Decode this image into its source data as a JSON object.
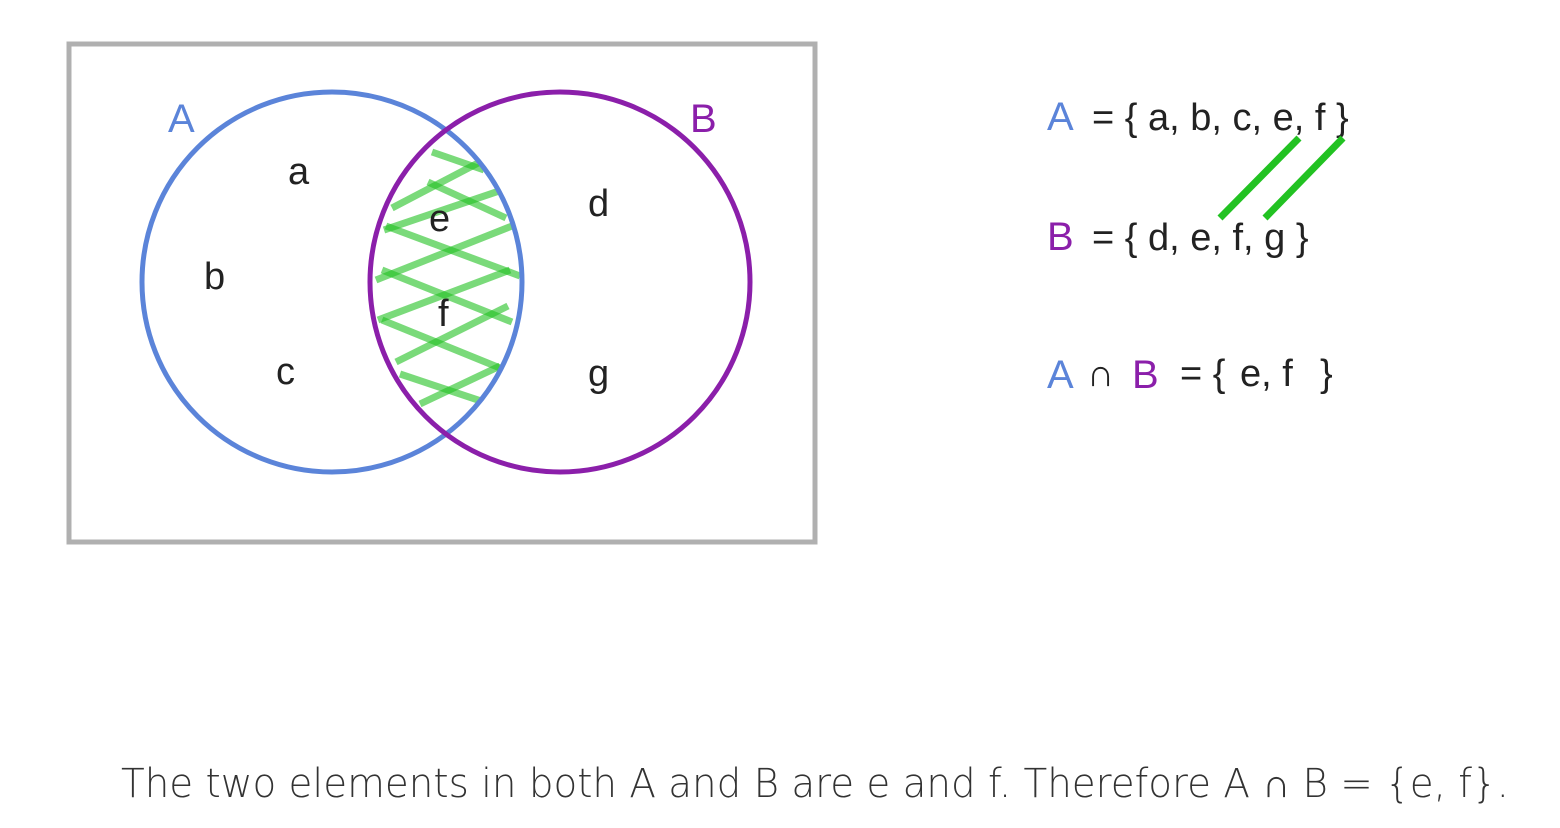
{
  "colors": {
    "set_a": "#5b84d9",
    "set_b": "#8b1faa",
    "intersection": "#22c222",
    "frame": "#b0b0b0",
    "text": "#222222"
  },
  "venn": {
    "set_a": {
      "label": "A",
      "only_elements": [
        "a",
        "b",
        "c"
      ]
    },
    "set_b": {
      "label": "B",
      "only_elements": [
        "d",
        "g"
      ]
    },
    "intersection_elements": [
      "e",
      "f"
    ]
  },
  "equations": {
    "set_a": {
      "name": "A",
      "rhs": "= { a, b, c, e, f }"
    },
    "set_b": {
      "name": "B",
      "rhs": "= { d, e, f, g }"
    },
    "intersection": {
      "name_a": "A",
      "symbol": "∩",
      "name_b": "B",
      "open": "= {",
      "members": "e, f",
      "close": "}"
    }
  },
  "caption": "The two elements in both A and B are e and f. Therefore A ∩ B = {e, f}."
}
